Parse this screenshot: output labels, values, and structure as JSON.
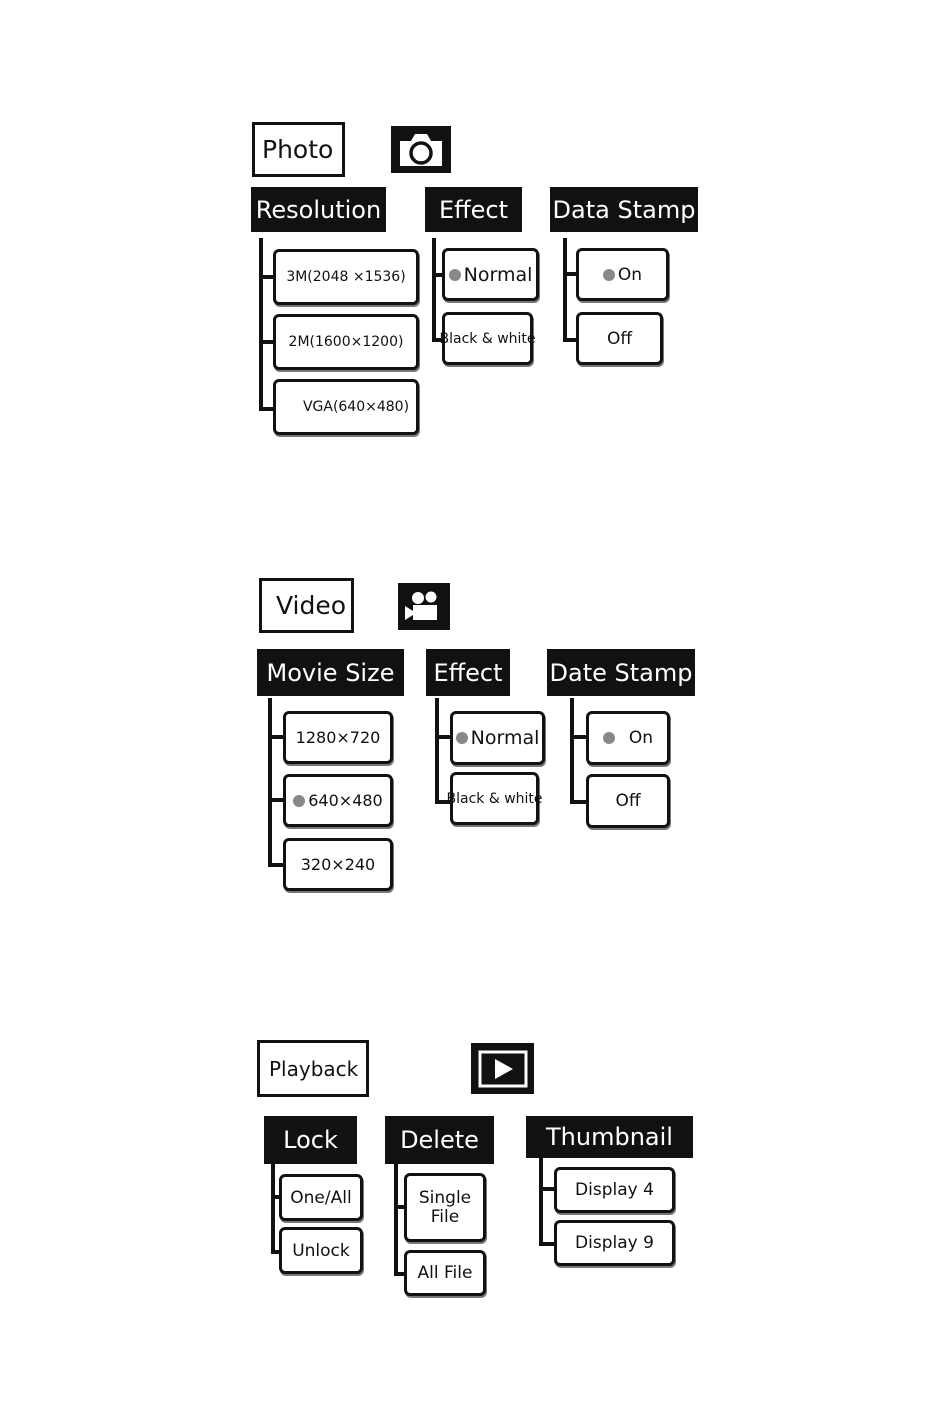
{
  "photo": {
    "title": "Photo",
    "icon": "camera-icon",
    "resolution": {
      "header": "Resolution",
      "options": [
        "3M(2048 ×1536)",
        "2M(1600×1200)",
        "VGA(640×480)"
      ]
    },
    "effect": {
      "header": "Effect",
      "options": [
        "Normal",
        "Black & white"
      ],
      "selected": "Normal"
    },
    "stamp": {
      "header": "Data Stamp",
      "options": [
        "On",
        "Off"
      ],
      "selected": "On"
    }
  },
  "video": {
    "title": "Video",
    "icon": "video-camera-icon",
    "movie_size": {
      "header": "Movie Size",
      "options": [
        "1280×720",
        "640×480",
        "320×240"
      ],
      "selected": "640×480"
    },
    "effect": {
      "header": "Effect",
      "options": [
        "Normal",
        "Black & white"
      ],
      "selected": "Normal"
    },
    "stamp": {
      "header": "Date Stamp",
      "options": [
        "On",
        "Off"
      ],
      "selected": "On"
    }
  },
  "playback": {
    "title": "Playback",
    "icon": "play-icon",
    "lock": {
      "header": "Lock",
      "options": [
        "One/All",
        "Unlock"
      ]
    },
    "delete": {
      "header": "Delete",
      "options": [
        "Single",
        "File",
        "All File"
      ]
    },
    "thumbnail": {
      "header": "Thumbnail",
      "options": [
        "Display 4",
        "Display 9"
      ]
    }
  },
  "colors": {
    "ink": "#111111",
    "paper": "#ffffff",
    "selected_dot": "#888888"
  }
}
